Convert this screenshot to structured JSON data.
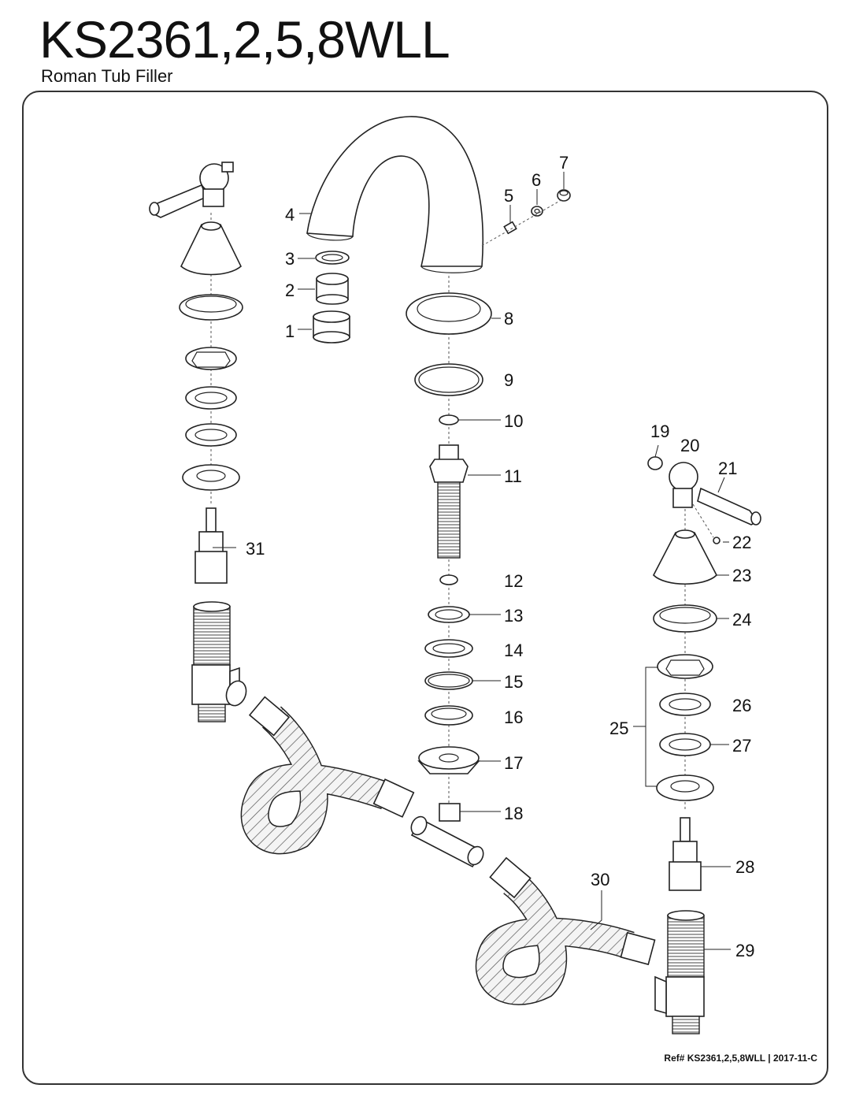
{
  "header": {
    "model": "KS2361,2,5,8WLL",
    "product_name": "Roman Tub Filler"
  },
  "footer": {
    "reference": "Ref# KS2361,2,5,8WLL | 2017-11-C"
  },
  "callouts": [
    "1",
    "2",
    "3",
    "4",
    "5",
    "6",
    "7",
    "8",
    "9",
    "10",
    "11",
    "12",
    "13",
    "14",
    "15",
    "16",
    "17",
    "18",
    "19",
    "20",
    "21",
    "22",
    "23",
    "24",
    "25",
    "26",
    "27",
    "28",
    "29",
    "30",
    "31"
  ]
}
